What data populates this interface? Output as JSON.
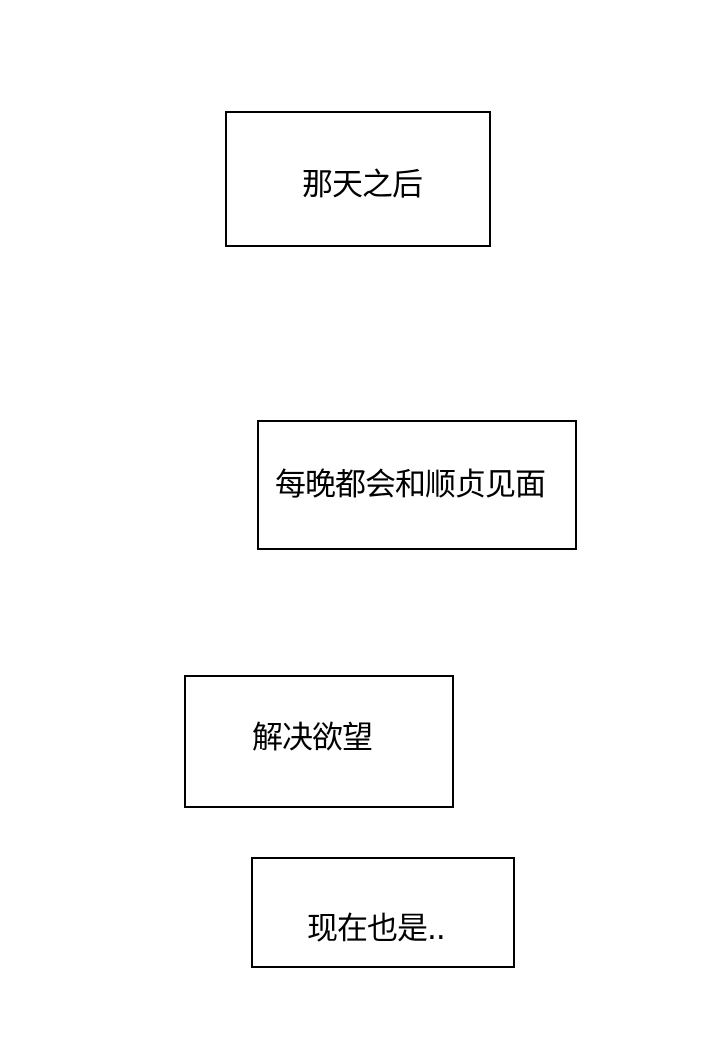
{
  "captions": [
    {
      "text": "那天之后"
    },
    {
      "text": "每晚都会和顺贞见面"
    },
    {
      "text": "解决欲望"
    },
    {
      "text": "现在也是.."
    }
  ]
}
